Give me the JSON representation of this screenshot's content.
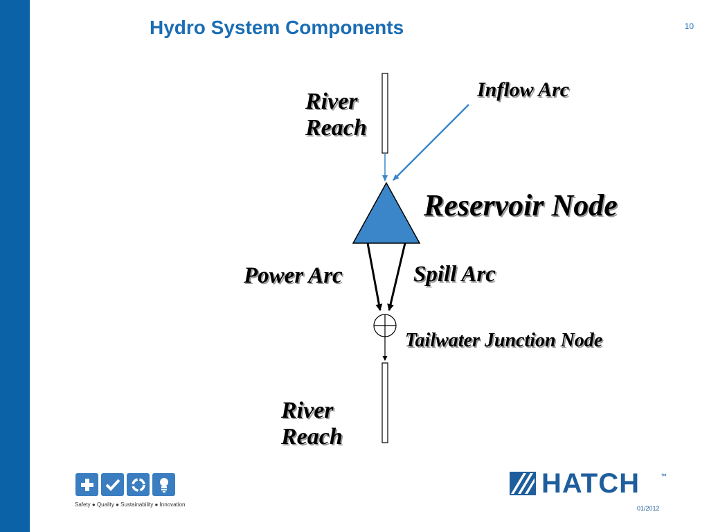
{
  "slide": {
    "title": "Hydro System Components",
    "page_number": "10"
  },
  "diagram": {
    "river_reach_top": [
      "River",
      "Reach"
    ],
    "inflow_arc": "Inflow Arc",
    "reservoir_node": "Reservoir Node",
    "power_arc": "Power Arc",
    "spill_arc": "Spill Arc",
    "tailwater_junction_node": "Tailwater Junction Node",
    "river_reach_bottom": [
      "River",
      "Reach"
    ]
  },
  "footer": {
    "tagline": "Safety ● Quality ● Sustainability ● Innovation",
    "icons": [
      "plus-icon",
      "check-icon",
      "recycle-icon",
      "lightbulb-icon"
    ],
    "logo_text": "HATCH",
    "trademark": "™",
    "date": "01/2012"
  },
  "colors": {
    "sidebar": "#0b62a7",
    "title": "#1a6db4",
    "reservoir_fill": "#3a86c8",
    "inflow_arrow": "#3a86c8",
    "logo": "#1f5e9c"
  }
}
